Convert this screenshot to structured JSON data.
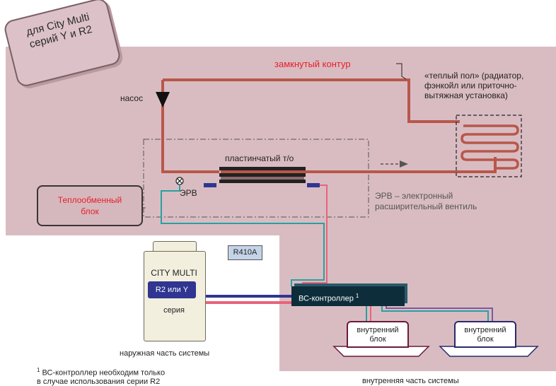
{
  "tag": {
    "line1": "для City Multi",
    "line2": "серий Y и R2"
  },
  "loop_label": "замкнутый контур",
  "pump_label": "насос",
  "radiator_label": {
    "line1": "«теплый пол» (радиатор,",
    "line2": "фэнкойл или приточно-",
    "line3": "вытяжная установка)"
  },
  "hx_plate_label": "пластинчатый т/о",
  "erv_label": "ЭРВ",
  "erv_note": {
    "line1": "ЭРВ – электронный",
    "line2": "расширительный вентиль"
  },
  "heat_exchange_unit": {
    "line1": "Теплообменный",
    "line2": "блок"
  },
  "refrigerant": "R410A",
  "outdoor_unit": {
    "brand": "CITY MULTI",
    "model": "R2 или Y",
    "series": "серия"
  },
  "outdoor_caption": "наружная часть системы",
  "bc_controller": {
    "label": "ВС-контроллер",
    "footnote_mark": "1"
  },
  "indoor_units": [
    {
      "line1": "внутренний",
      "line2": "блок"
    },
    {
      "line1": "внутренний",
      "line2": "блок"
    }
  ],
  "indoor_caption": "внутренняя часть системы",
  "footnote": {
    "mark": "1",
    "line1": "ВС-контроллер необходим только",
    "line2": "в случае использования серии R2"
  },
  "colors": {
    "zone": "#d9bcc2",
    "loop": "#b8574a",
    "liquid": "#2f3591",
    "gas": "#e9637a",
    "teal": "#2aa0a0",
    "accent_red": "#e8202a"
  }
}
